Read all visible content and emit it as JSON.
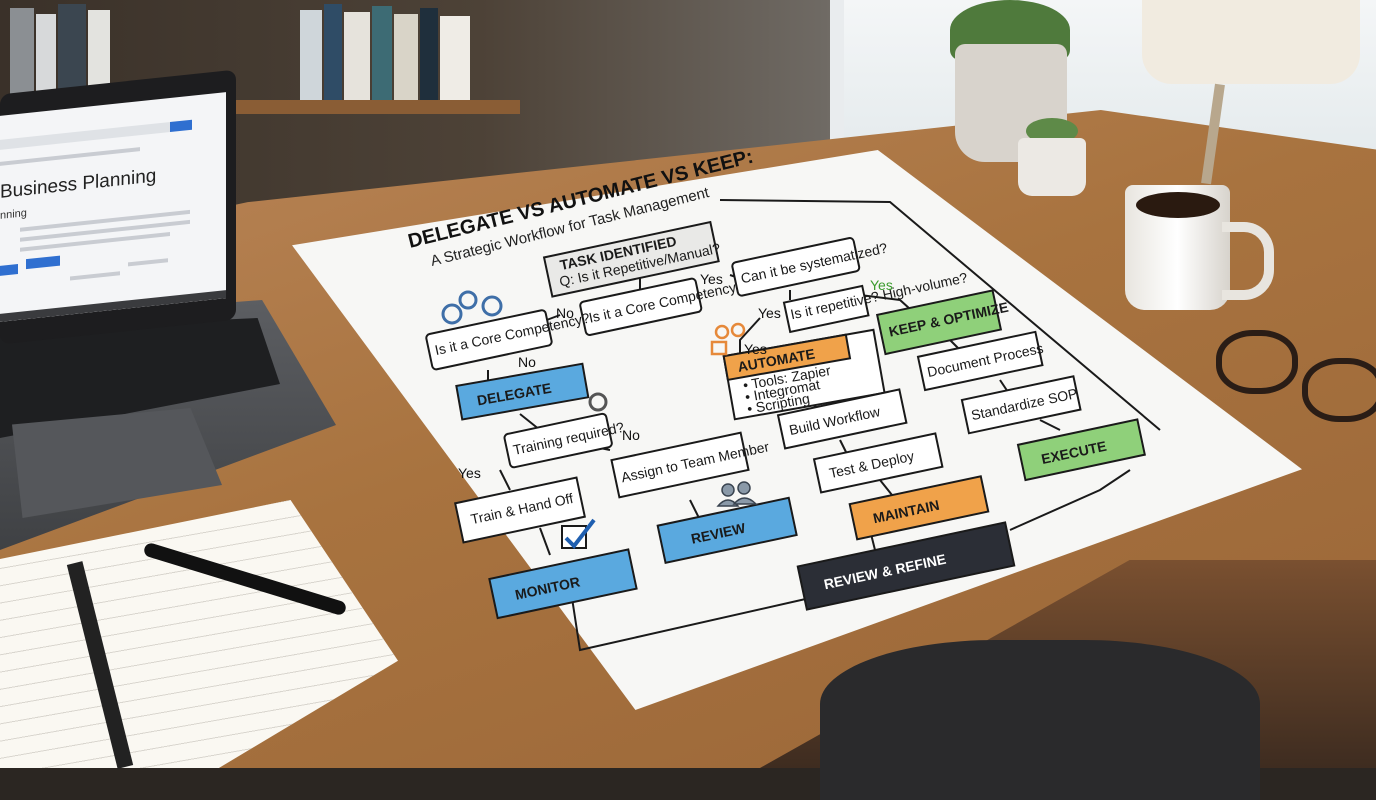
{
  "laptop": {
    "page_title": "Business Planning",
    "page_subtitle": "nning"
  },
  "poster": {
    "title": "DELEGATE VS AUTOMATE VS KEEP:",
    "subtitle": "A Strategic Workflow for Task Management",
    "colors": {
      "delegate": "#5aa9df",
      "automate": "#f0a24a",
      "keep": "#8fd07a",
      "review_refine": "#2b2e36",
      "neutral": "#f7f7f5"
    },
    "nodes": {
      "task_identified": "TASK IDENTIFIED",
      "task_identified_sub": "Q: Is it Repetitive/Manual?",
      "core_competency_top": "Is it a Core Competency?",
      "can_be_systematized": "Can it be systematized?",
      "is_repetitive": "Is it repetitive? High-volume?",
      "core_competency_left": "Is it a Core Competency?",
      "delegate": "DELEGATE",
      "automate": "AUTOMATE",
      "automate_tools": [
        "• Tools: Zapier",
        "• Integromat",
        "• Scripting"
      ],
      "keep_optimize": "KEEP & OPTIMIZE",
      "document_process": "Document Process",
      "standardize_sop": "Standardize SOP",
      "execute": "EXECUTE",
      "training_required": "Training required?",
      "assign_team_member": "Assign to Team Member",
      "train_hand_off": "Train & Hand Off",
      "build_workflow": "Build Workflow",
      "test_deploy": "Test & Deploy",
      "maintain": "MAINTAIN",
      "review": "REVIEW",
      "monitor": "MONITOR",
      "review_refine": "REVIEW & REFINE"
    },
    "labels": {
      "yes": "Yes",
      "no": "No"
    }
  }
}
